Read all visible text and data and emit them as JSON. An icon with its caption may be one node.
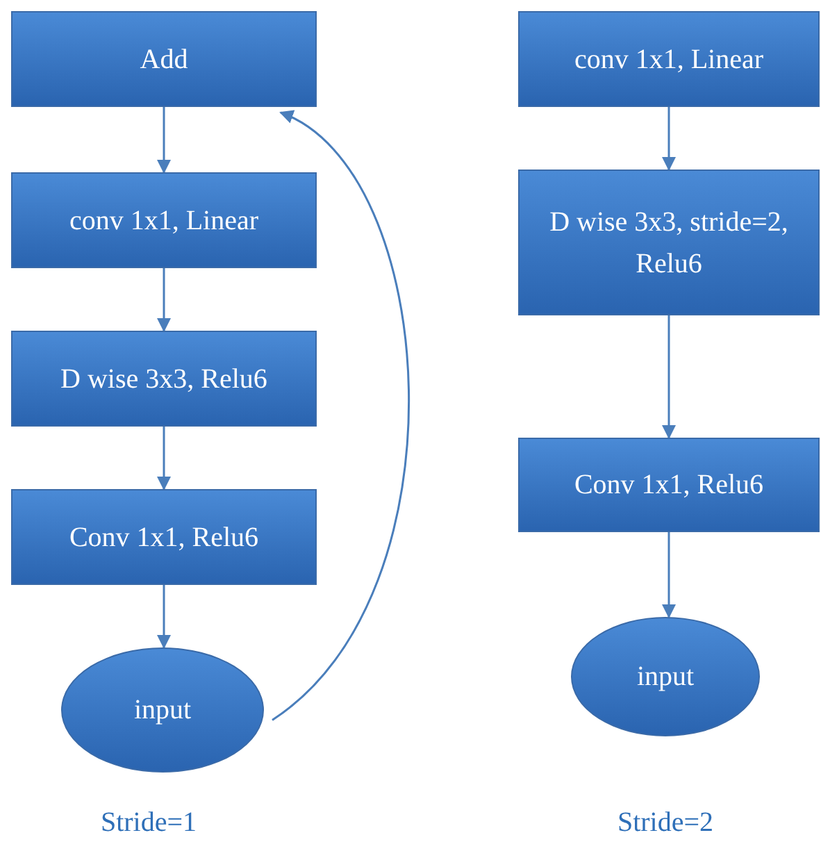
{
  "diagram": {
    "nodes": [
      {
        "text": [
          "Add"
        ]
      },
      {
        "text": [
          "conv 1x1, Linear"
        ]
      },
      {
        "text": [
          "D wise 3x3, Relu6"
        ]
      },
      {
        "text": [
          "Conv 1x1, Relu6"
        ]
      },
      {
        "text": [
          "input"
        ]
      },
      {
        "text": [
          "conv 1x1, Linear"
        ]
      },
      {
        "text": [
          "D wise 3x3, stride=2, Relu6"
        ]
      },
      {
        "text": [
          "Conv 1x1, Relu6"
        ]
      },
      {
        "text": [
          "input"
        ]
      }
    ],
    "edges": [
      {
        "from": 0,
        "to": 1,
        "arrow": "to"
      },
      {
        "from": 1,
        "to": 2,
        "arrow": "to"
      },
      {
        "from": 2,
        "to": 3,
        "arrow": "to"
      },
      {
        "from": 3,
        "to": 4,
        "arrow": "to"
      },
      {
        "from": 4,
        "to": 0,
        "arrow": "to"
      },
      {
        "from": 5,
        "to": 6,
        "arrow": "to"
      },
      {
        "from": 6,
        "to": 7,
        "arrow": "to"
      },
      {
        "from": 7,
        "to": 8,
        "arrow": "to"
      }
    ],
    "labels": [
      "Stride=1",
      "Stride=2"
    ]
  }
}
